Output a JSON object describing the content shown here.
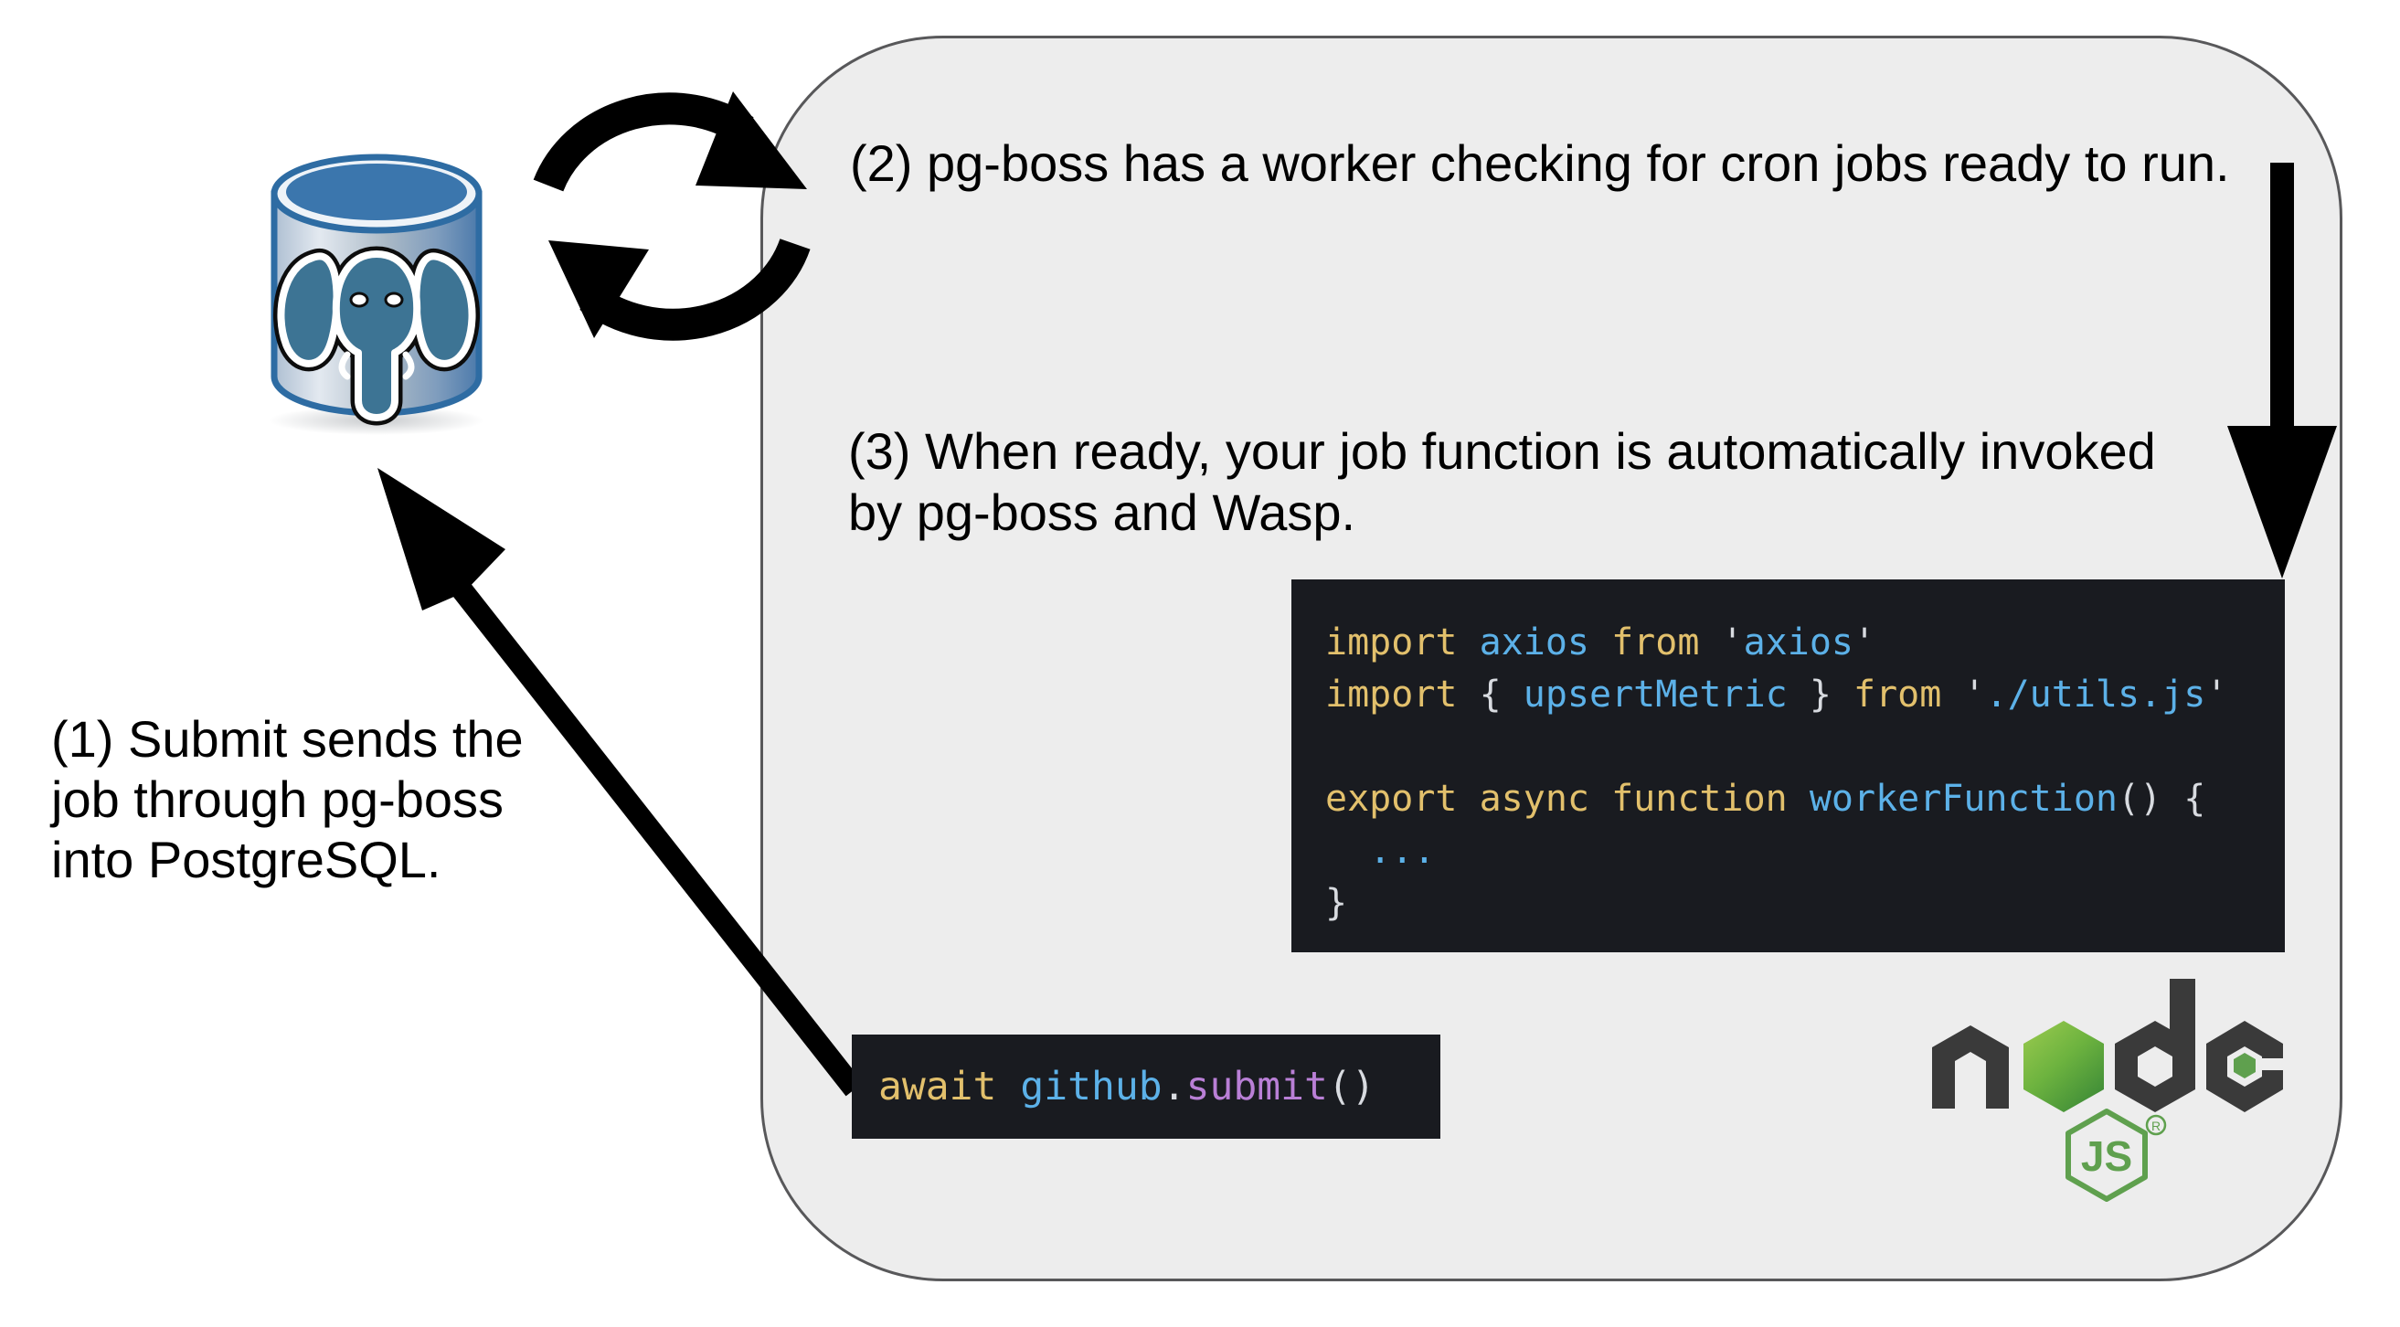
{
  "colors": {
    "panel-fill": "#ededed",
    "panel-border": "#58585a",
    "code-bg": "#191b20",
    "code-yellow": "#e2c06c",
    "code-blue": "#5cb1e8",
    "code-purple": "#b97fd6",
    "code-white": "#d8dbe0",
    "arrow-black": "#000000",
    "node-dark": "#3a3a3a",
    "node-green": "#5fa04e",
    "node-hex-light": "#9ccb4f",
    "node-hex-dark": "#3d8b37",
    "pg-blue": "#3b76ad",
    "pg-border": "#2e6ca3",
    "pg-elephant": "#3d7494"
  },
  "steps": {
    "step1": {
      "lines": [
        "(1) Submit sends the",
        "job through pg-boss",
        "into PostgreSQL."
      ]
    },
    "step2": {
      "text": "(2) pg-boss has a worker checking for cron jobs ready to run."
    },
    "step3": {
      "lines": [
        "(3) When ready, your job function is automatically invoked",
        "by pg-boss and Wasp."
      ]
    }
  },
  "code": {
    "worker_block": {
      "lines": [
        [
          [
            "k",
            "import "
          ],
          [
            "i",
            "axios "
          ],
          [
            "k",
            "from "
          ],
          [
            "p",
            "'"
          ],
          [
            "s",
            "axios"
          ],
          [
            "p",
            "'"
          ]
        ],
        [
          [
            "k",
            "import "
          ],
          [
            "p",
            "{ "
          ],
          [
            "i",
            "upsertMetric "
          ],
          [
            "p",
            "} "
          ],
          [
            "k",
            "from "
          ],
          [
            "p",
            "'"
          ],
          [
            "s",
            "./utils.js"
          ],
          [
            "p",
            "'"
          ]
        ],
        [],
        [
          [
            "k",
            "export "
          ],
          [
            "k",
            "async "
          ],
          [
            "k",
            "function "
          ],
          [
            "i",
            "workerFunction"
          ],
          [
            "p",
            "() {"
          ]
        ],
        [
          [
            "s",
            "  ..."
          ]
        ],
        [
          [
            "p",
            "}"
          ]
        ]
      ]
    },
    "submit_block": {
      "lines": [
        [
          [
            "k",
            "await "
          ],
          [
            "i",
            "github"
          ],
          [
            "p",
            "."
          ],
          [
            "m",
            "submit"
          ],
          [
            "p",
            "()"
          ]
        ]
      ]
    }
  },
  "icons": {
    "postgresql": {
      "name": "PostgreSQL database"
    },
    "sync": {
      "name": "recurring cron cycle"
    },
    "nodejs": {
      "wordmark": "node",
      "badge": "JS",
      "registered": "®"
    }
  }
}
